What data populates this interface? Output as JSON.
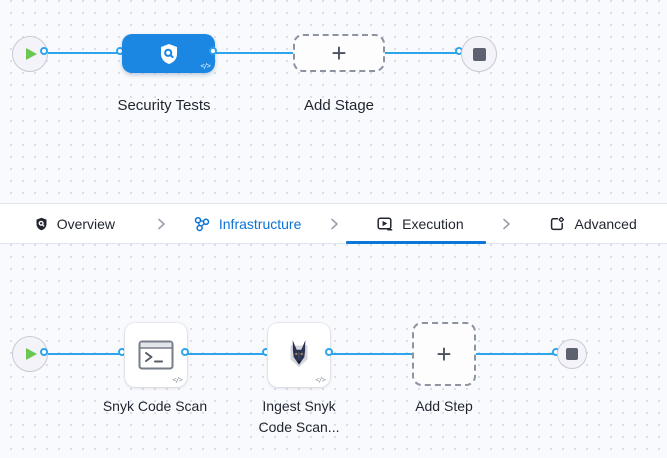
{
  "stage_canvas": {
    "stage_label": "Security Tests",
    "add_stage_label": "Add Stage",
    "plus": "+",
    "code_badge": "</>"
  },
  "tab_bar": {
    "tabs": [
      {
        "label": "Overview",
        "icon": "shield-overview-icon",
        "active": false
      },
      {
        "label": "Infrastructure",
        "icon": "infrastructure-icon",
        "active": false
      },
      {
        "label": "Execution",
        "icon": "execution-icon",
        "active": true
      },
      {
        "label": "Advanced",
        "icon": "advanced-icon",
        "active": false
      }
    ]
  },
  "step_canvas": {
    "steps": [
      {
        "label": "Snyk Code Scan",
        "icon": "terminal-icon"
      },
      {
        "label": "Ingest Snyk Code Scan...",
        "icon": "snyk-dog-icon"
      }
    ],
    "add_step_label": "Add Step",
    "plus": "+",
    "code_badge": "</>"
  },
  "colors": {
    "accent_blue": "#0a76d6",
    "link_blue": "#0b72d6",
    "connector_blue": "#2ea4ea",
    "stage_blue": "#1b87e2",
    "play_green": "#6bc751",
    "stop_gray": "#5d6170"
  }
}
